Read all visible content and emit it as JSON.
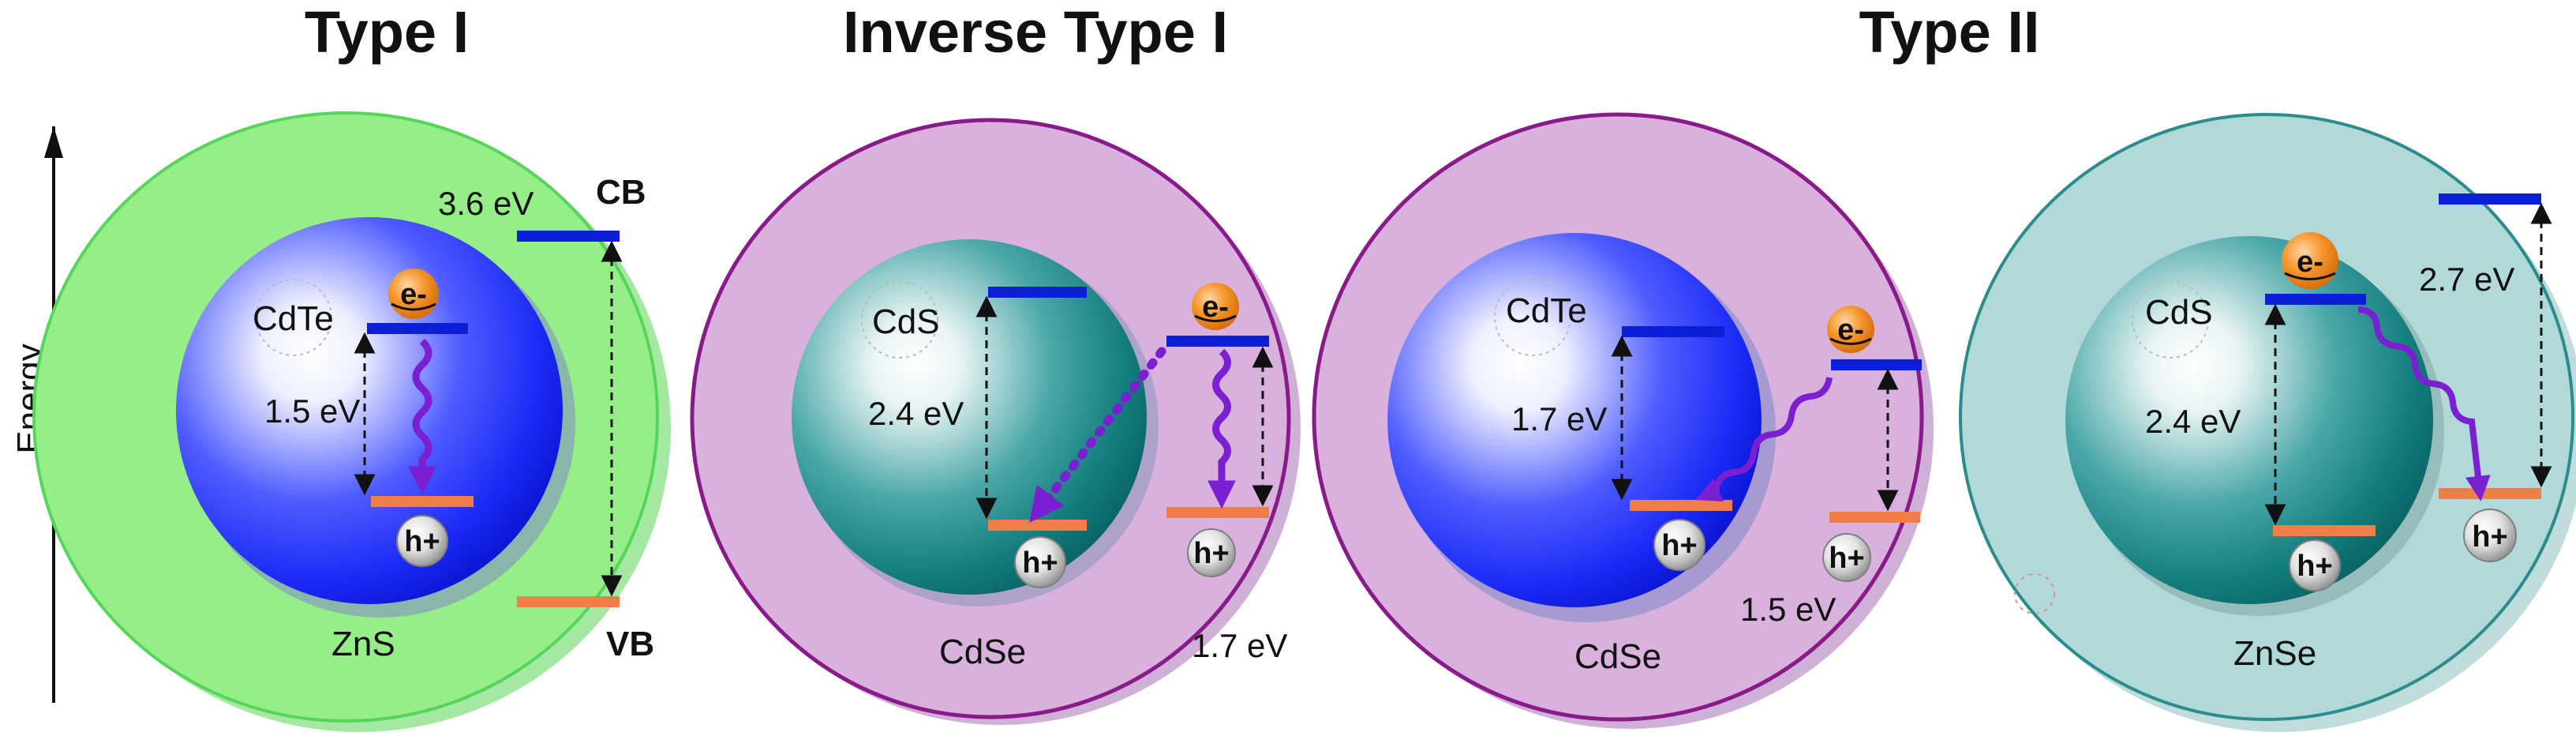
{
  "titles": {
    "type1": "Type I",
    "inverse": "Inverse Type I",
    "type2": "Type II"
  },
  "axis": {
    "label": "Energy"
  },
  "panels": [
    {
      "core": "CdTe",
      "shell": "ZnS",
      "core_gap": "1.5 eV",
      "shell_gap": "3.6 eV",
      "cb_label": "CB",
      "vb_label": "VB",
      "electron": "e-",
      "hole": "h+",
      "colors": {
        "outer": "#96ee88",
        "core": "#1020f0"
      }
    },
    {
      "core": "CdS",
      "shell": "CdSe",
      "core_gap": "2.4 eV",
      "shell_gap": "1.7 eV",
      "electron": "e-",
      "hole": "h+",
      "colors": {
        "outer": "#d8b2dc",
        "core": "#0e7f7f"
      }
    },
    {
      "core": "CdTe",
      "shell": "CdSe",
      "core_gap": "1.7 eV",
      "shell_gap": "1.5 eV",
      "electron": "e-",
      "hole": "h+",
      "colors": {
        "outer": "#d8b2dc",
        "core": "#1020f0"
      }
    },
    {
      "core": "CdS",
      "shell": "ZnSe",
      "core_gap": "2.4 eV",
      "shell_gap": "2.7 eV",
      "electron": "e-",
      "hole": "h+",
      "colors": {
        "outer": "#b2d9d9",
        "core": "#0e7f7f"
      }
    }
  ],
  "colors": {
    "cb_level": "#0a1fd6",
    "vb_level": "#f07e48",
    "transfer_arrow": "#7a1fd1",
    "electron": "#f08a1e"
  }
}
